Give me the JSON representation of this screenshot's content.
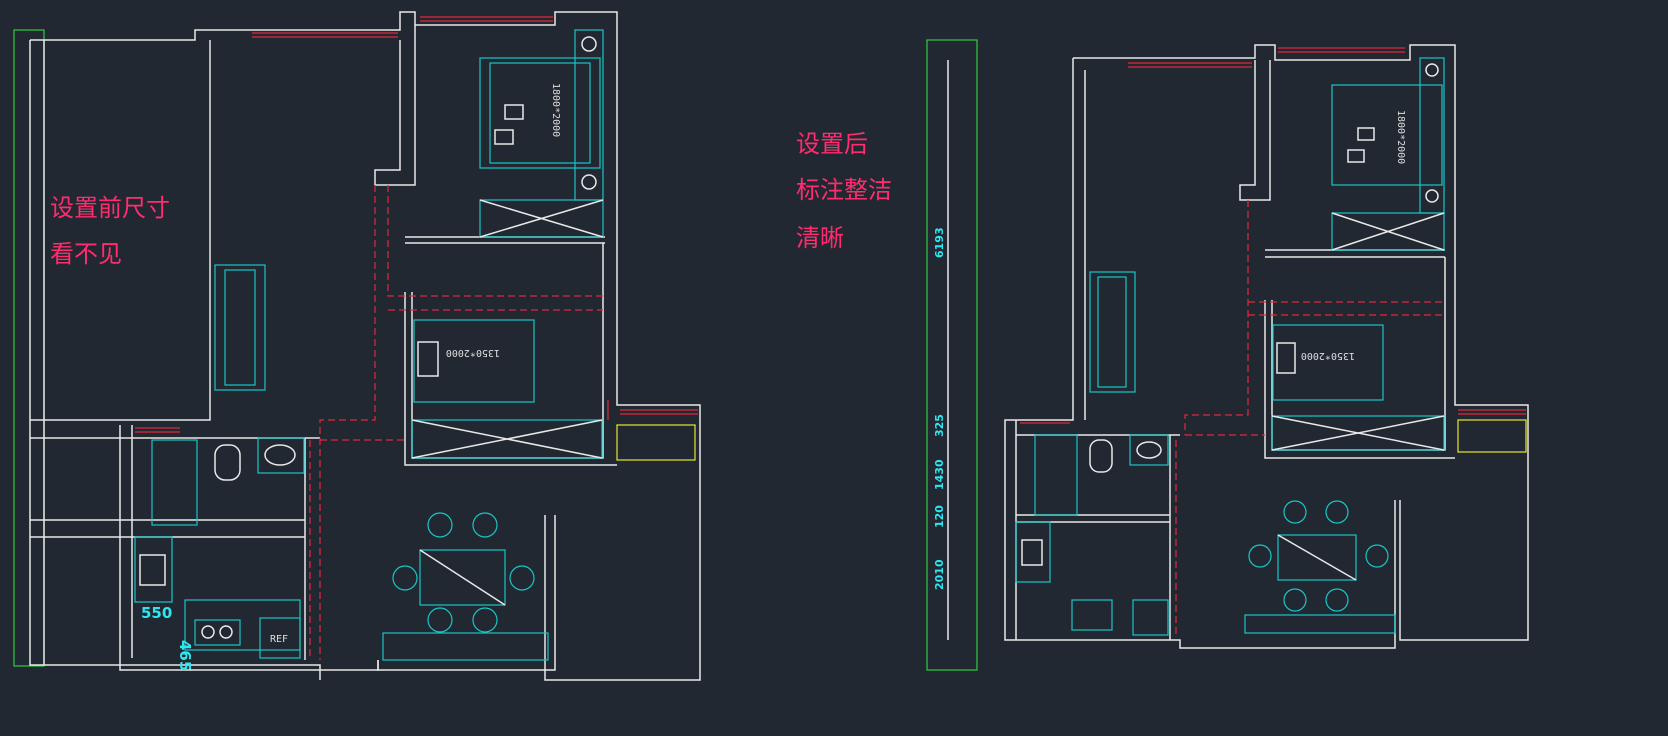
{
  "before": {
    "note_line1": "设置前尺寸",
    "note_line2": "看不见",
    "bed_master": "1800*2000",
    "bed_second": "1350*2000",
    "dim_width": "550",
    "dim_depth": "465",
    "fridge": "REF"
  },
  "after": {
    "note_line1": "设置后",
    "note_line2": "标注整洁",
    "note_line3": "清晰",
    "bed_master": "1800*2000",
    "bed_second": "1350*2000",
    "dims": [
      "6193",
      "325",
      "1430",
      "120",
      "2010"
    ]
  },
  "colors": {
    "background": "#222831",
    "walls": "#e8e8e8",
    "furniture": "#19c6c6",
    "windows": "#e0283c",
    "note": "#ff2d6f",
    "dimension_text": "#2ee6f0",
    "dimension_frame": "#2ecc40"
  }
}
